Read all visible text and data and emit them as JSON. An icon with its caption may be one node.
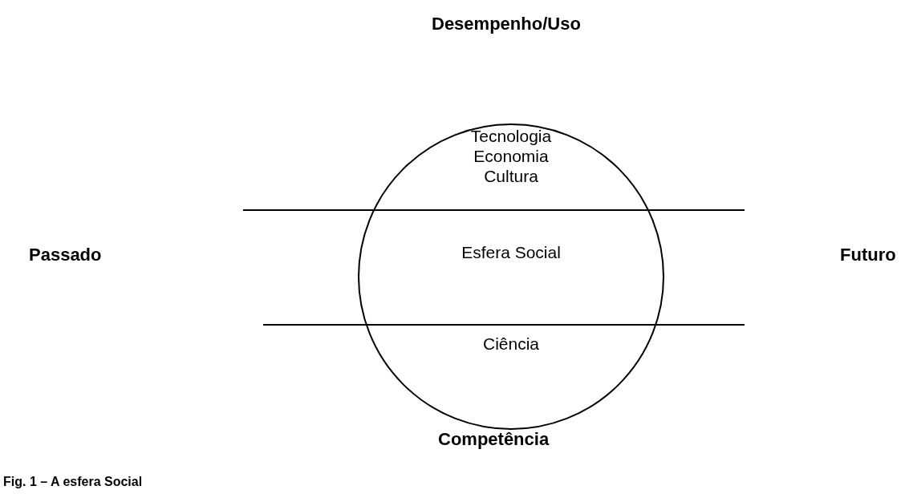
{
  "diagram": {
    "caption": "Fig. 1 – A esfera Social",
    "nodes": [
      {
        "text": [
          "Tecnologia Economia Cultura",
          "Esfera Social",
          "Ciência"
        ]
      }
    ],
    "labels": [
      "Desempenho/Uso",
      "Passado",
      "Futuro",
      "Competência"
    ]
  }
}
